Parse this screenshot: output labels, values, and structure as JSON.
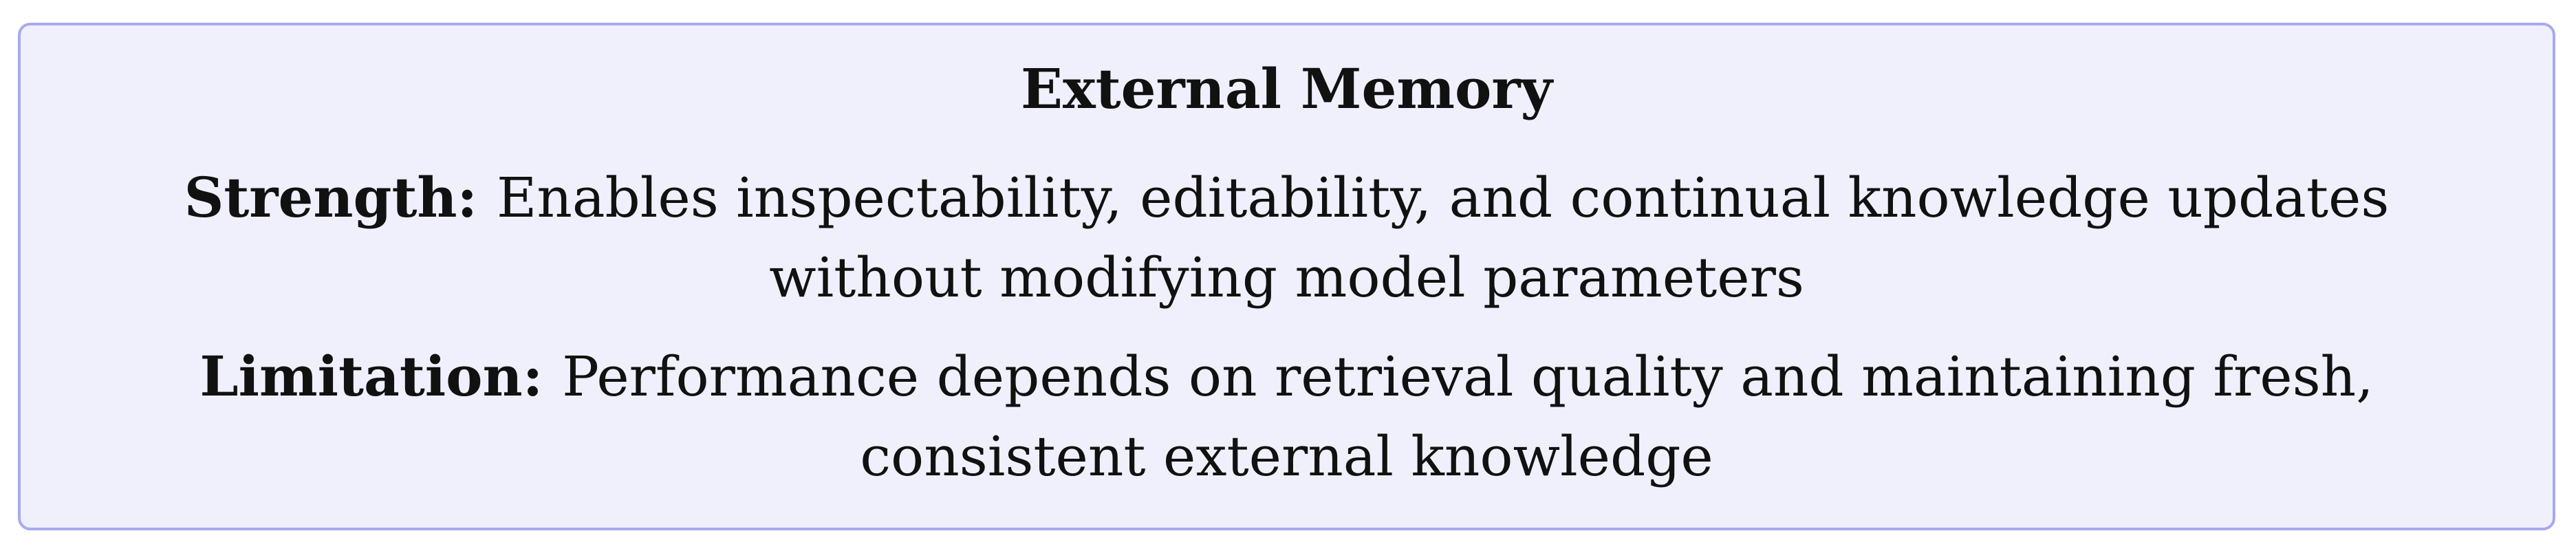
{
  "card": {
    "title": "External Memory",
    "strength_label": "Strength:",
    "strength_text": "Enables inspectability, editability, and continual knowledge updates without modifying model parameters",
    "limitation_label": "Limitation:",
    "limitation_text": "Performance depends on retrieval quality and maintaining fresh, consistent external knowledge"
  },
  "colors": {
    "background": "#f0f0fc",
    "border": "#a9a9ee",
    "text": "#111111"
  }
}
